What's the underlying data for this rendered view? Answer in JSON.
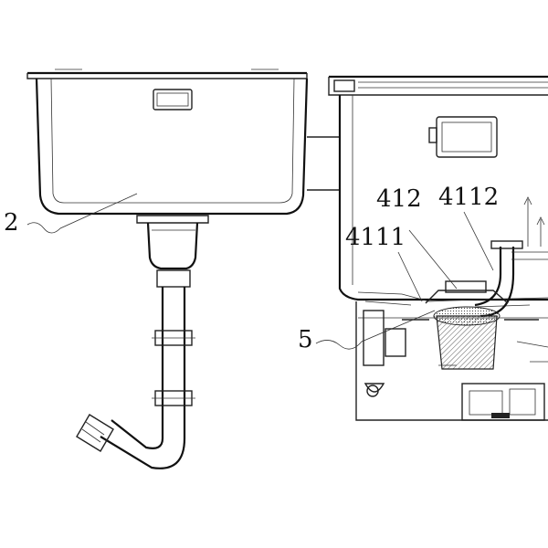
{
  "labels": {
    "sink": "2",
    "component_5": "5",
    "component_412": "412",
    "component_4111": "4111",
    "component_4112": "4112"
  }
}
